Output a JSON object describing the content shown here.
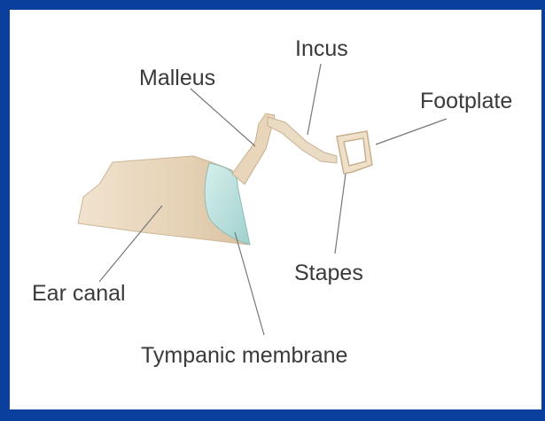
{
  "labels": {
    "incus": "Incus",
    "malleus": "Malleus",
    "footplate": "Footplate",
    "ear_canal": "Ear canal",
    "stapes": "Stapes",
    "tympanic_membrane": "Tympanic membrane"
  },
  "colors": {
    "frame": "#0b3f9e",
    "bone": "#e9d9c2",
    "canal": "#ead7bd",
    "membrane": "#bfe2df",
    "leader_line": "#777777",
    "label_text": "#3a3a3a"
  }
}
